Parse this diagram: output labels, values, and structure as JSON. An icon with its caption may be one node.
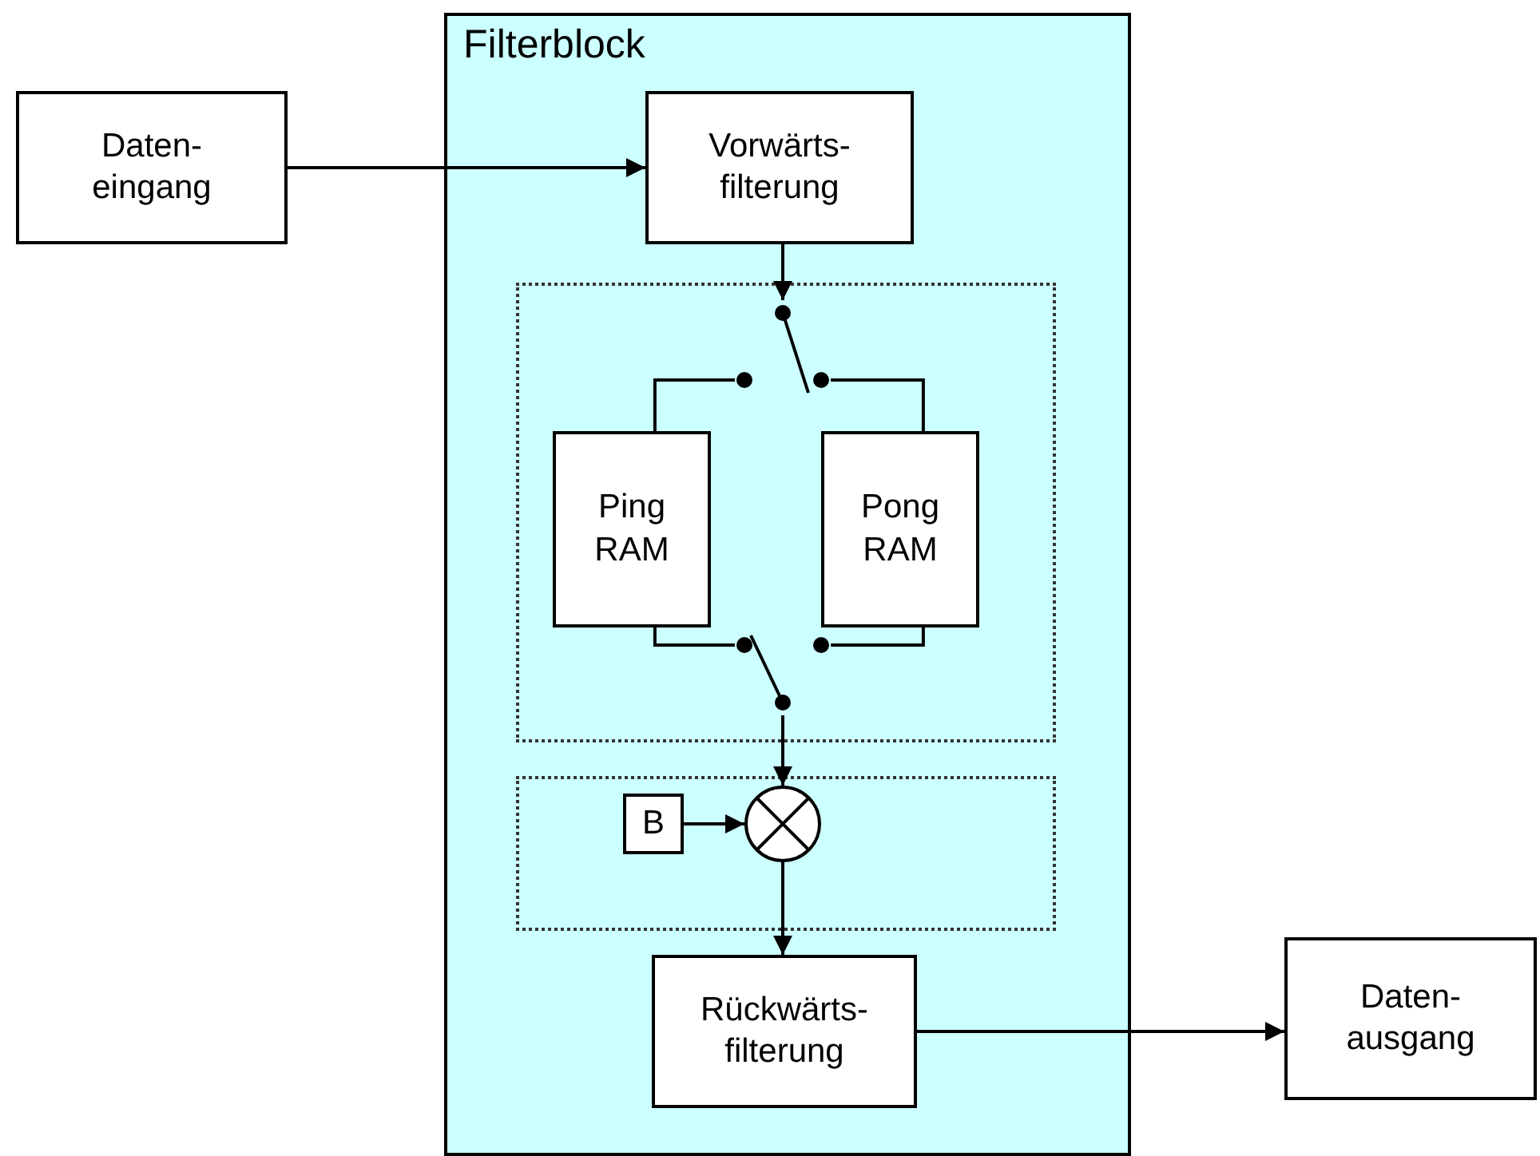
{
  "diagram": {
    "nodes": [
      {
        "text": [
          "Filterblock"
        ]
      },
      {
        "text": [
          "Daten- eingang"
        ]
      },
      {
        "text": [
          "Vorwärts- filterung"
        ],
        "in": 0
      },
      {
        "text": [],
        "shape": "box",
        "in": 0
      },
      {
        "text": [],
        "shape": "switch",
        "in": 3
      },
      {
        "text": [
          "Ping RAM"
        ],
        "in": 3
      },
      {
        "text": [
          "Pong RAM"
        ],
        "in": 3
      },
      {
        "text": [],
        "shape": "switch",
        "in": 3
      },
      {
        "text": [],
        "shape": "box",
        "in": 0
      },
      {
        "text": [
          "B"
        ],
        "in": 8
      },
      {
        "text": [],
        "shape": "circle",
        "in": 8
      },
      {
        "text": [
          "Rückwärts- filterung"
        ],
        "in": 0
      },
      {
        "text": [
          "Daten- ausgang"
        ]
      }
    ],
    "edges": [
      {
        "from": 1,
        "to": 2,
        "arrow": "to"
      },
      {
        "from": 2,
        "to": 4,
        "arrow": "to"
      },
      {
        "from": 4,
        "to": 5,
        "arrow": "none"
      },
      {
        "from": 4,
        "to": 6,
        "arrow": "none"
      },
      {
        "from": 5,
        "to": 7,
        "arrow": "none"
      },
      {
        "from": 6,
        "to": 7,
        "arrow": "none"
      },
      {
        "from": 7,
        "to": 10,
        "arrow": "to"
      },
      {
        "from": 9,
        "to": 10,
        "arrow": "to"
      },
      {
        "from": 10,
        "to": 11,
        "arrow": "to"
      },
      {
        "from": 11,
        "to": 12,
        "arrow": "to"
      }
    ]
  }
}
